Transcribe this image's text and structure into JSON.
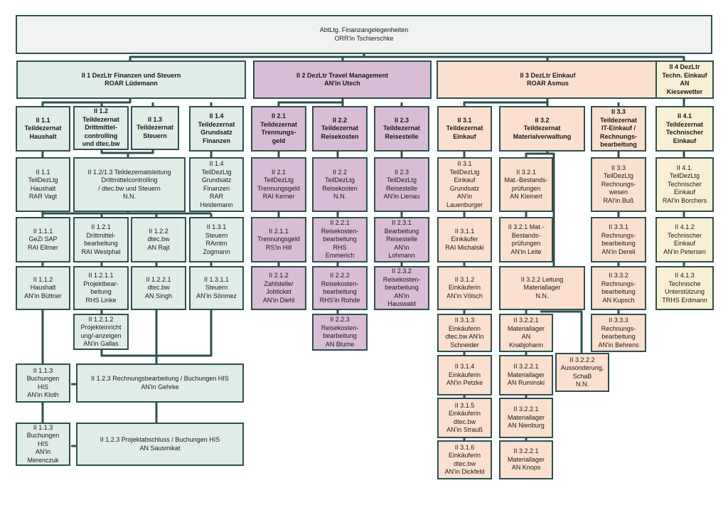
{
  "title": "AbtLtg. Finanzangelegenheiten\nORR'in Tschierschke",
  "colors": {
    "border": "#2f4f4f",
    "top": "#f1f2f2",
    "green": "#e0ece6",
    "purple": "#d9bcd6",
    "orange": "#fbe0cf",
    "yellow": "#f9efd4"
  },
  "departments": {
    "d1": "II 1 DezLtr Finanzen und Steuern\nROAR Lüdemann",
    "d2": "II 2 DezLtr Travel Management\nAN'in Utech",
    "d3": "II 3 DezLtr Einkauf\nROAR Asmus",
    "d4": "II 4 DezLtr\nTechn. Einkauf\nAN\nKiesewetter"
  },
  "nodes": {
    "n11": "II 1.1\nTeildezernat\nHaushalt",
    "n12": "II 1.2\nTeildezernat\nDrittmittel-\ncontrolling\nund dtec.bw",
    "n13": "II 1.3\nTeildezernat\nSteuern",
    "n14": "II 1.4\nTeildezernat\nGrundsatz\nFinanzen",
    "n11l": "II 1.1\nTeilDezLtg\nHaushalt\nRAR Vagt",
    "n1213l": "II 1.2/1.3 Teildezernatsleitung\nDrittmittelcontrolling\n/ dtec.bw und Steuern\nN.N.",
    "n14l": "II 1.4\nTeilDezLtg\nGrundsatz\nFinanzen\nRAR\nHeidemann",
    "n111": "II 1.1.1\nGeZi SAP\nRAI Ellmer",
    "n121": "II 1.2.1\nDrittmittel-\nbearbeitung\nRAI Westphal",
    "n122": "II 1.2.2\ndtec.bw\nAN Rajt",
    "n131": "II 1.3.1\nSteuern\nRAmtm\nZogmann",
    "n112": "II 1.1.2\nHaushalt\nAN'in Büttner",
    "n1211": "II 1.2.1.1\nProjektbear-\nbeitung\nRHS Linke",
    "n1221": "II 1.2.2.1\ndtec.bw\nAN Singh",
    "n1311": "II 1.3.1.1\nSteuern\nAN'in Sönmez",
    "n1212": "II 1.2.1.2\nProjekteinricht\nung/-anzeigen\nAN'in Gallas",
    "n113a": "II 1.1.3\nBuchungen\nHIS\nAN'in Kloth",
    "n123a": "II 1.2.3 Rechnungsbearbeitung / Buchungen HIS\nAN'in Gehrke",
    "n113b": "II 1.1.3\nBuchungen\nHIS\nAN'in\nMerenczuk",
    "n123b": "II 1.2.3 Projektabschluss / Buchungen HIS\nAN Sausmikat",
    "n21": "II 2.1\nTeildezernat\nTrennungs-\ngeld",
    "n22": "II 2.2\nTeildezernat\nReisekosten",
    "n23": "II 2.3\nTeildezernat\nReisestelle",
    "n21l": "II 2.1\nTeilDezLtg\nTrennungsgeld\nRAI Kerner",
    "n22l": "II 2.2\nTeilDezLtg\nReisekosten\nN.N.",
    "n23l": "II 2.3\nTeilDezLtg\nReisestelle\nAN'in Lienau",
    "n211": "II 2.1.1\nTrennungsgeld\nRS'in Hill",
    "n221": "II 2.2.1\nReisekosten-\nbearbeitung\nRHS\nEmmerich",
    "n231": "II 2.3.1\nBearbeitung\nReisestelle\nAN'in\nLohmann",
    "n212": "II 2.1.2\nZahlstelle/\nJobticket\nAN'in Diehl",
    "n222": "II 2.2.2\nReisekosten-\nbearbeitung\nRHS'in Rohde",
    "n232": "II 2.3.2\nReisekosten-\nbearbeitung\nAN'in\nHauswald",
    "n223": "II 2.2.3\nReisekosten-\nbearbeitung\nAN Blume",
    "n31": "II 3.1\nTeildezernat\nEinkauf",
    "n32": "II 3.2\nTeildezernat\nMaterialverwaltung",
    "n33": "II 3.3\nTeildezernat\nIT-Einkauf /\nRechnungs-\nbearbeitung",
    "n31l": "II 3.1\nTeilDezLtg\nEinkauf\nGrundsatz\nAN'in\nLauenburger",
    "n321a": "II 3.2.1\nMat.-Bestands-\nprüfungen\nAN Kleinert",
    "n33l": "II 3.3\nTeilDezLtg\nRechnungs-\nwesen\nRAI'in Buß",
    "n311": "II 3.1.1\nEinkäufer\nRAI Michalski",
    "n321b": "II 3.2.1 Mat.-\nBestands-\nprüfungen\nAN'in Leite",
    "n331": "II 3.3.1\nRechnungs-\nbearbeitung\nAN'in Dereli",
    "n312": "II 3.1.2\nEinkäuferin\nAN'in Völsch",
    "n322": "II 3.2.2 Leitung\nMateriallager\nN.N.",
    "n332": "II 3.3.2\nRechnungs-\nbearbeitung\nAN Kupsch",
    "n313": "II 3.1.3\nEinkäuferin\ndtec.bw AN'in\nSchneider",
    "n3221a": "II 3.2.2.1\nMateriallager\nAN\nKnabjohann",
    "n333": "II 3.3.3\nRechnungs-\nbearbeitung\nAN'in Behrens",
    "n314": "II 3.1.4\nEinkäuferin\nAN'in Petzke",
    "n3221b": "II 3.2.2.1\nMateriallager\nAN Ruminski",
    "n3222": "II 3.2.2.2\nAussonderung,\nSchaB\nN.N.",
    "n315": "II 3.1.5\nEinkäuferin\ndtec.bw\nAN'in Strauß",
    "n3221c": "II 3.2.2.1\nMateriallager\nAN Nienburg",
    "n316": "II 3.1.6\nEinkäuferin\ndtec.bw\nAN'in Dickfeld",
    "n3221d": "II 3.2.2.1\nMateriallager\nAN Knops",
    "n41": "II 4.1\nTeildezernat\nTechnischer\nEinkauf",
    "n41l": "II 4.1.\nTeilDezLtg\nTechnischer\nEinkauf\nRAI'in Borchers",
    "n412": "II 4.1.2\nTechnischer\nEinkauf\nAN'in Petersen",
    "n413": "II 4.1.3\nTechnische\nUnterstützung\nTRHS Erdmann"
  }
}
